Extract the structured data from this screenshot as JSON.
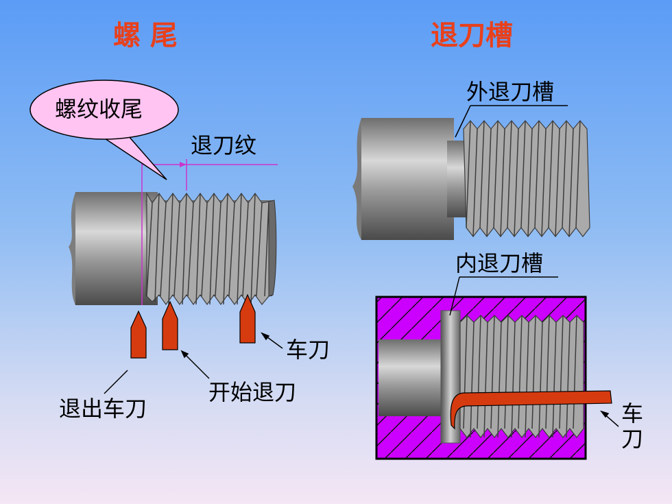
{
  "left_title": "螺 尾",
  "right_title": "退刀槽",
  "callout": "螺纹收尾",
  "label_runout_thread": "退刀纹",
  "label_tool": "车刀",
  "label_start_retract": "开始退刀",
  "label_tool_exit": "退出车刀",
  "label_outer_groove": "外退刀槽",
  "label_inner_groove": "内退刀槽",
  "label_tool_vertical": "车\n刀",
  "colors": {
    "title": "#e8401c",
    "callout_fill": "#ffc4f2",
    "tool": "#d63b10",
    "section_hatch": "#cc00ff",
    "dimension_line": "#cc33cc"
  }
}
